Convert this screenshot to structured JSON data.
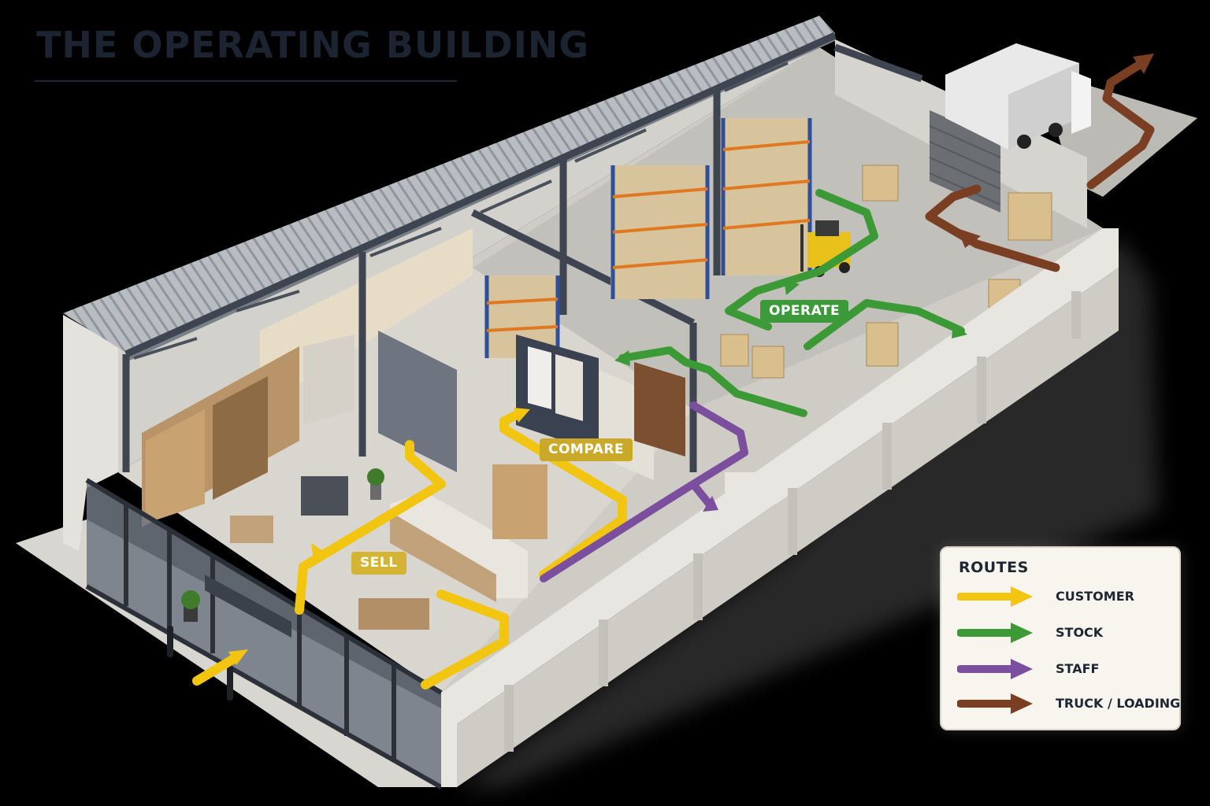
{
  "title": "THE OPERATING BUILDING",
  "zones": {
    "operate": "OPERATE",
    "compare": "COMPARE",
    "sell": "SELL"
  },
  "legend": {
    "title": "ROUTES",
    "items": [
      {
        "label": "CUSTOMER",
        "color": "#f2c511"
      },
      {
        "label": "STOCK",
        "color": "#3c9a36"
      },
      {
        "label": "STAFF",
        "color": "#7b4f9e"
      },
      {
        "label": "TRUCK / LOADING",
        "color": "#7a3f22"
      }
    ]
  },
  "colors": {
    "customer_route": "#f2c511",
    "stock_route": "#3c9a36",
    "staff_route": "#7b4f9e",
    "truck_route": "#7a3f22",
    "rack_upright": "#2f4f9a",
    "rack_beam": "#e07820"
  }
}
